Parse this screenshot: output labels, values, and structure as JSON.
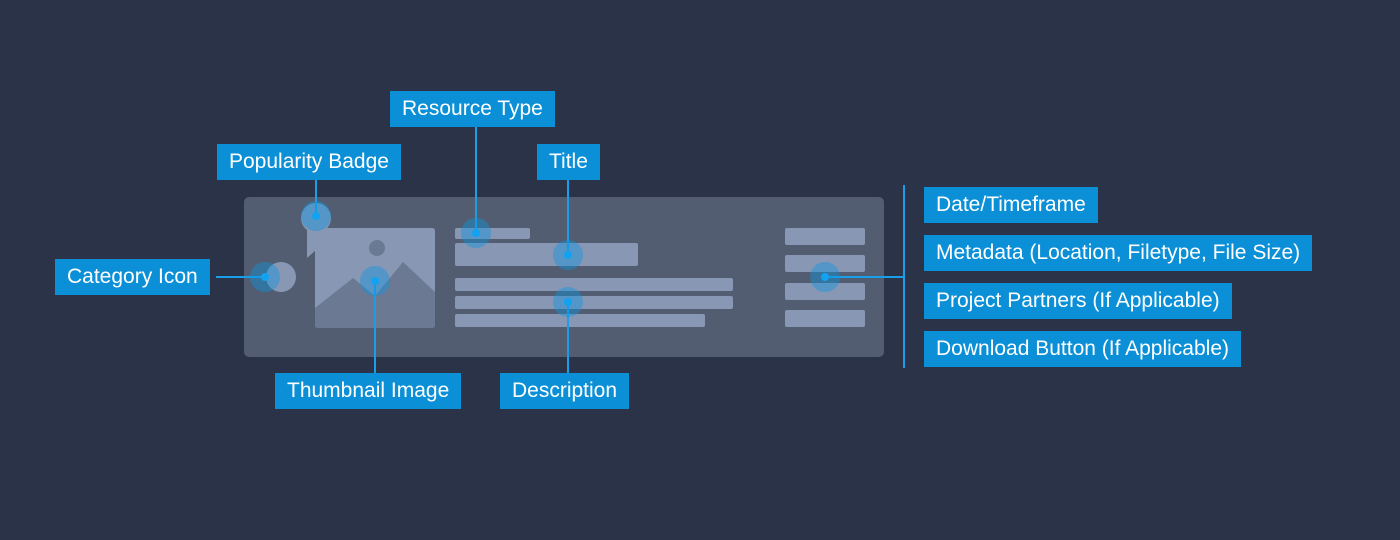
{
  "callouts": {
    "resource_type": "Resource Type",
    "popularity_badge": "Popularity Badge",
    "title": "Title",
    "category_icon": "Category Icon",
    "thumbnail_image": "Thumbnail Image",
    "description": "Description",
    "date_timeframe": "Date/Timeframe",
    "metadata": "Metadata (Location, Filetype, File Size)",
    "project_partners": "Project Partners (If Applicable)",
    "download_button": "Download Button (If Applicable)"
  },
  "colors": {
    "background": "#2b3349",
    "card": "#525d71",
    "placeholder": "#8797b4",
    "label": "#0b8fd6",
    "connector": "#1a9ee8"
  },
  "icons": {
    "category": "circle-icon",
    "popularity": "ribbon-badge-icon",
    "thumbnail": "image-placeholder-icon"
  }
}
